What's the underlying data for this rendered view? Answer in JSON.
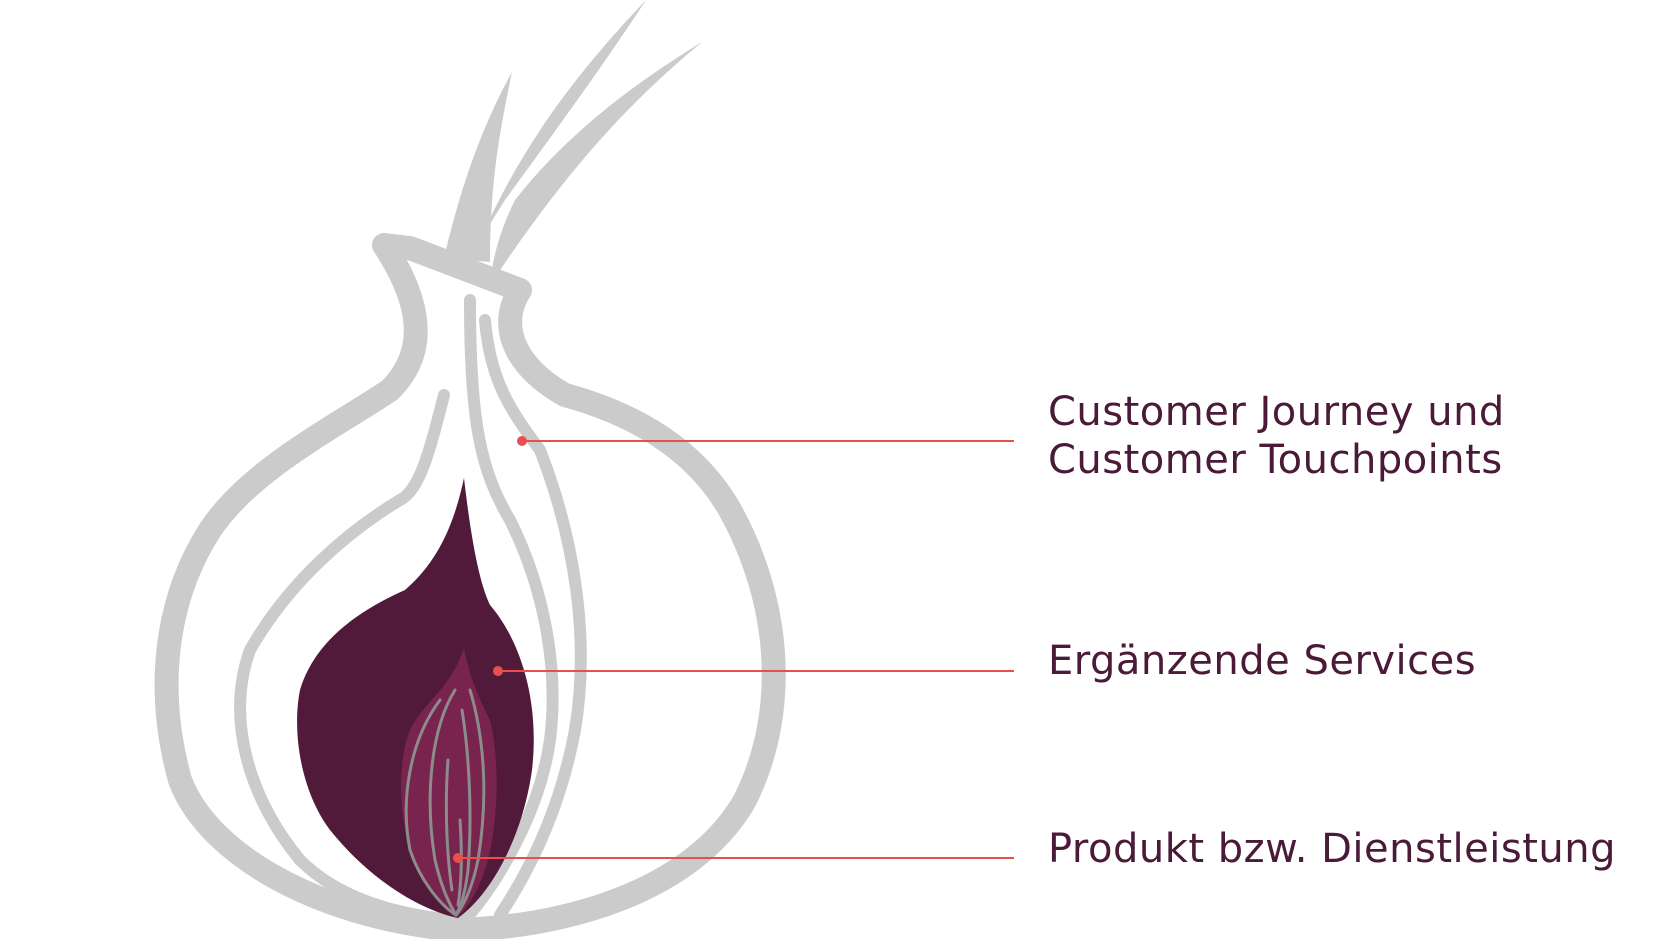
{
  "colors": {
    "onion_outline": "#cbcbcb",
    "middle_layer": "#521a3a",
    "core": "#79244f",
    "core_veins": "#8c8c8c",
    "leader_line": "#e8504f",
    "label_text": "#4a1a38"
  },
  "layers": [
    {
      "id": "outer",
      "lines": [
        "Customer Journey und",
        "Customer Touchpoints"
      ]
    },
    {
      "id": "middle",
      "lines": [
        "Ergänzende Services"
      ]
    },
    {
      "id": "inner",
      "lines": [
        "Produkt bzw. Dienstleistung"
      ]
    }
  ]
}
